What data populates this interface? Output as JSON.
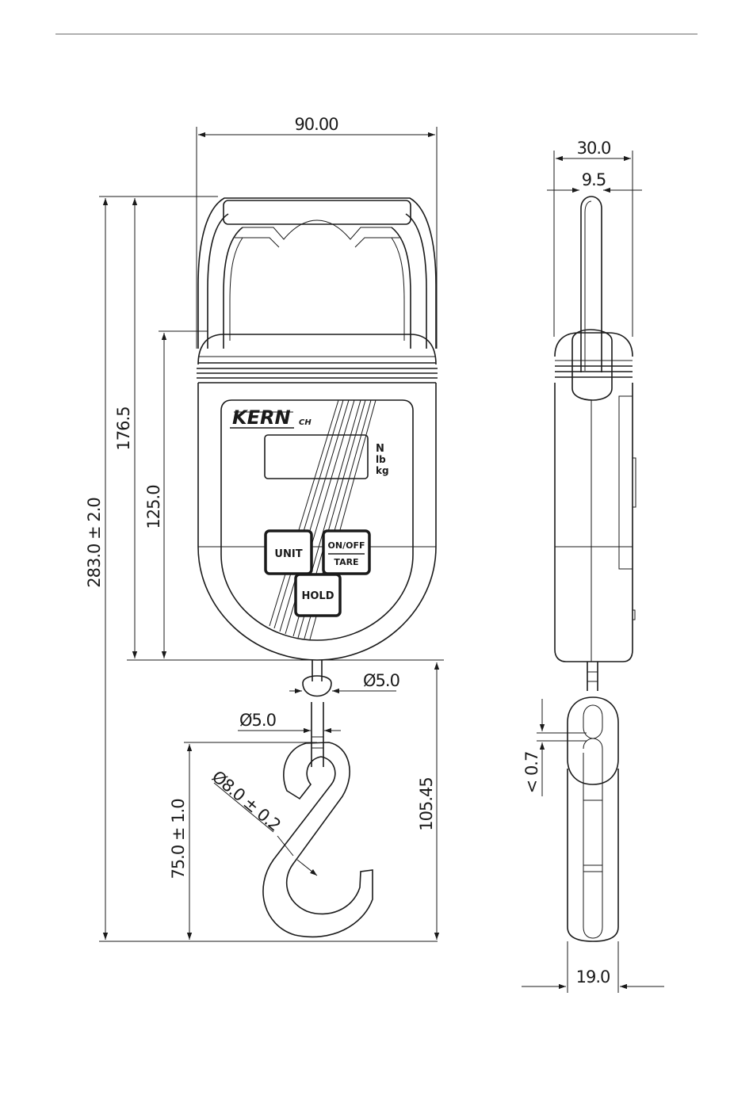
{
  "dimensions": {
    "width_top": "90.00",
    "height_total": "283.0 ± 2.0",
    "height_176": "176.5",
    "height_125": "125.0",
    "hook_pin_dia": "Ø5.0",
    "hook_eye_dia": "Ø5.0",
    "hook_wire_dia": "Ø8.0 ± 0.2",
    "hook_height": "75.0 ± 1.0",
    "hook_total": "105.45",
    "side_depth": "30.0",
    "side_handle": "9.5",
    "side_gap": "< 0.7",
    "side_hook_width": "19.0"
  },
  "device": {
    "brand": "KERN",
    "brand_suffix": "CH",
    "units": [
      "N",
      "lb",
      "kg"
    ],
    "buttons": {
      "unit": "UNIT",
      "on_off": "ON/OFF",
      "tare": "TARE",
      "hold": "HOLD"
    }
  },
  "colors": {
    "line": "#1a1a1a",
    "rule": "#b0b0b0"
  }
}
